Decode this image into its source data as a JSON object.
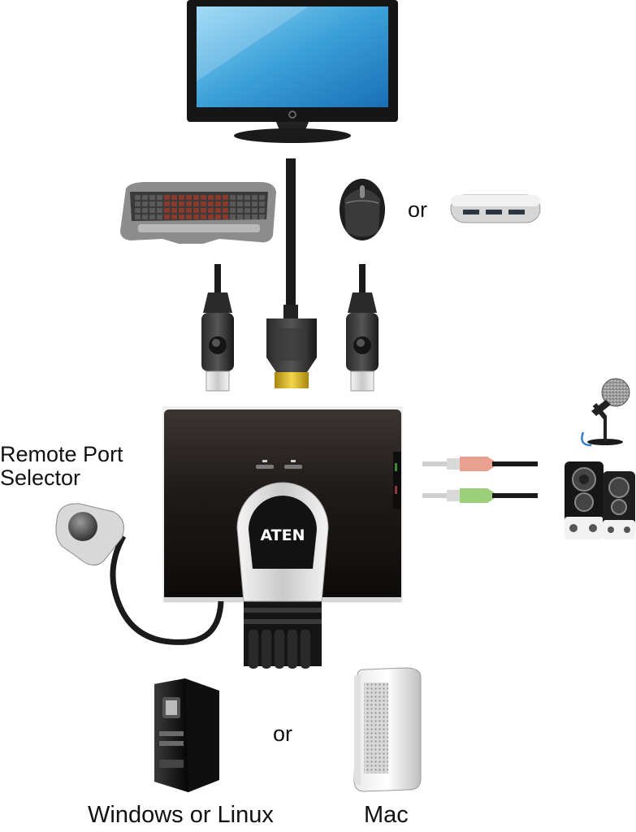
{
  "labels": {
    "remote_port_selector_line1": "Remote Port",
    "remote_port_selector_line2": "Selector",
    "or_mouse_hub": "or",
    "or_computers": "or",
    "windows_linux": "Windows or Linux",
    "mac": "Mac"
  },
  "kvm": {
    "brand": "ATEN"
  },
  "colors": {
    "screen": "#3aa0d8",
    "device_body": "#1e1a18",
    "cable": "#2a2a2a",
    "hdmi_gold": "#d8b21e",
    "mic_plug": "#e8a090",
    "speaker_plug": "#9ccf7a"
  }
}
